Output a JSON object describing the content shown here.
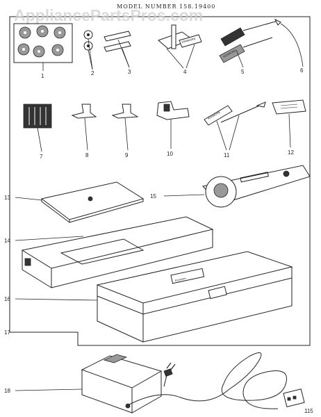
{
  "header": {
    "title": "MODEL NUMBER 158.19400"
  },
  "watermark": {
    "text": "AppliancePartsPros.com"
  },
  "labels": {
    "case": "Kenmore",
    "bottom_corner": "115",
    "part_6_label": "KENMORE",
    "part_4_label": "KENMORE",
    "part_11_label": "KENMORE"
  },
  "callouts": [
    "1",
    "2",
    "3",
    "4",
    "5",
    "6",
    "7",
    "8",
    "9",
    "10",
    "11",
    "12",
    "13",
    "14",
    "15",
    "16",
    "17",
    "18"
  ],
  "colors": {
    "ink": "#222222",
    "paper": "#ffffff",
    "watermark": "#cfcfcf"
  }
}
